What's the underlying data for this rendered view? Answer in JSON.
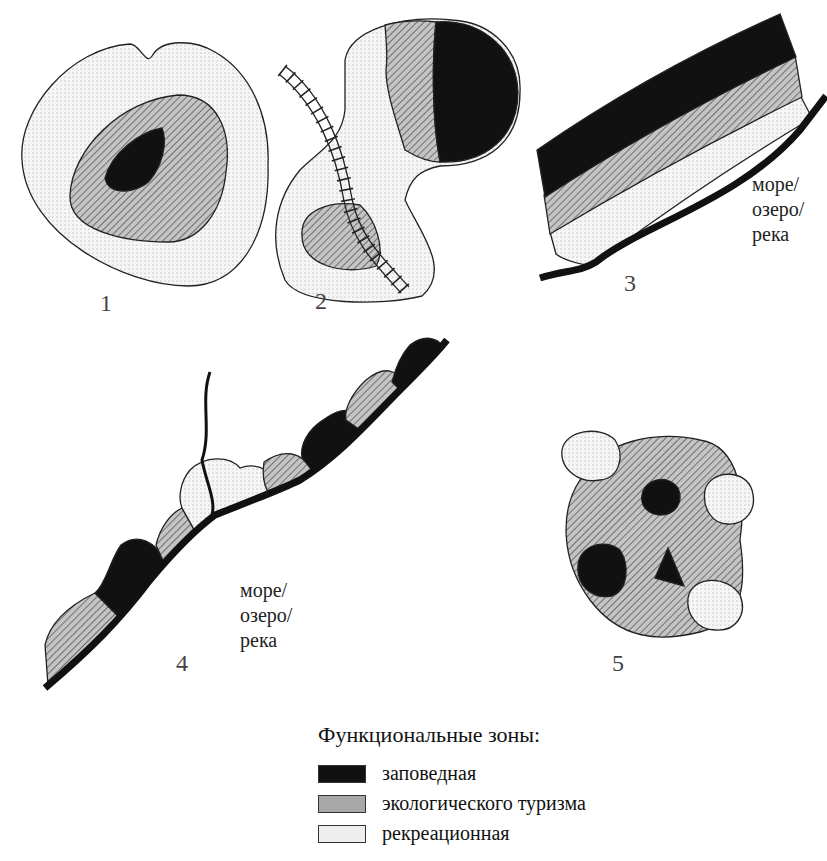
{
  "diagram": {
    "labels": [
      "1",
      "2",
      "3",
      "море/ озеро/ река",
      "4",
      "море/ озеро/ река",
      "5",
      "Функциональные зоны:"
    ],
    "legend": [
      {
        "text": "заповедная",
        "color": "#111111"
      },
      {
        "text": "экологического туризма",
        "color": "#a8a8a8"
      },
      {
        "text": "рекреационная",
        "color": "#eeeeee"
      }
    ]
  }
}
